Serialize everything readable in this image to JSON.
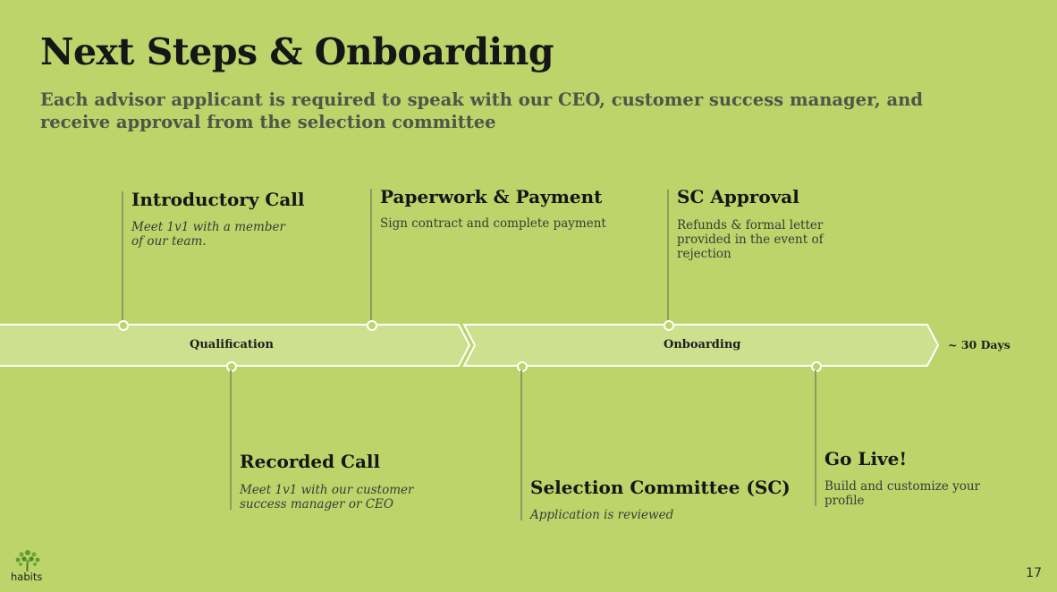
{
  "slide": {
    "title": "Next Steps & Onboarding",
    "subtitle": "Each advisor applicant is required to speak with our CEO, customer success manager, and receive approval from the selection committee",
    "page_number": "17",
    "logo_text": "habits"
  },
  "timeline": {
    "phases": [
      {
        "label": "Qualification"
      },
      {
        "label": "Onboarding"
      }
    ],
    "duration": "~ 30 Days",
    "milestones": [
      {
        "title": "Introductory Call",
        "description": "Meet 1v1 with a member of our team."
      },
      {
        "title": "Recorded Call",
        "description": "Meet 1v1 with our customer success manager or CEO"
      },
      {
        "title": "Paperwork & Payment",
        "description": "Sign contract and complete payment"
      },
      {
        "title": "Selection Committee (SC)",
        "description": "Application is reviewed"
      },
      {
        "title": "SC Approval",
        "description": "Refunds & formal letter provided in the event of rejection"
      },
      {
        "title": "Go Live!",
        "description": "Build and customize your profile"
      }
    ]
  },
  "colors": {
    "background": "#bcd46a",
    "arrow_fill": "#cde08e",
    "arrow_stroke": "#ffffff",
    "stem": "#8c9c62"
  }
}
